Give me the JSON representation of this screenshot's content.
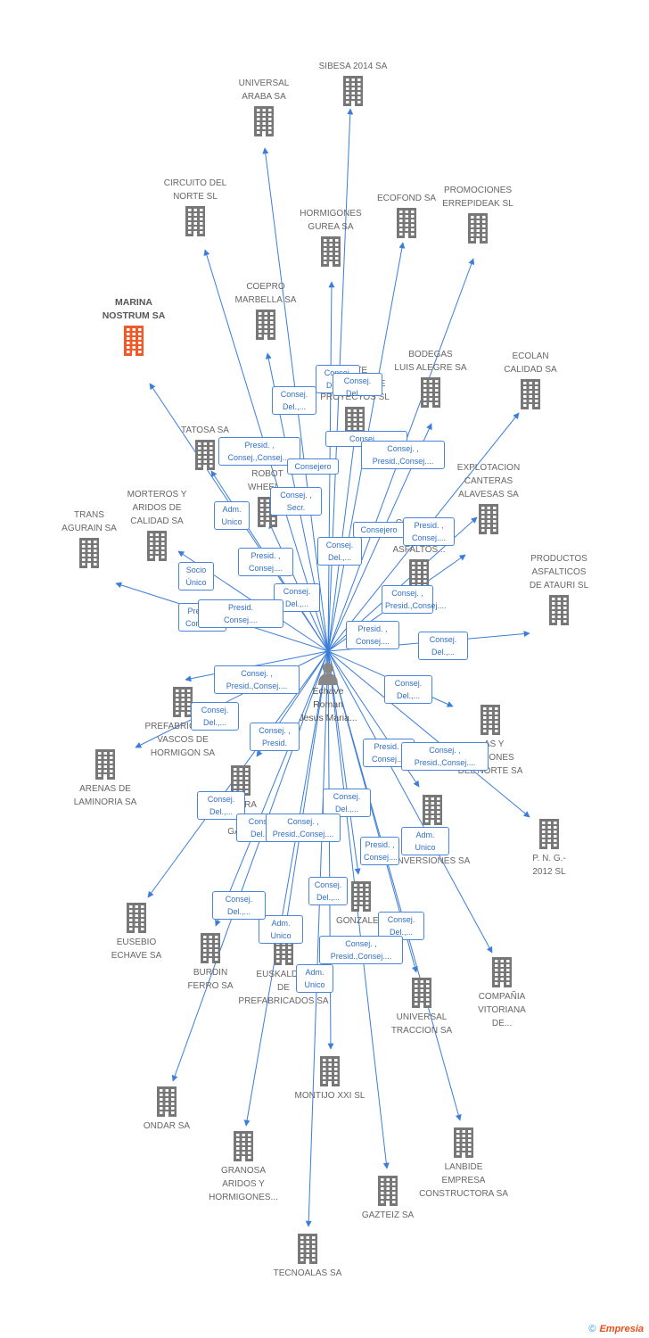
{
  "person": {
    "name": "Echave\nRoman\nJesus Maria..."
  },
  "footer": {
    "copyright": "©",
    "brand": "Empresia"
  },
  "colors": {
    "link": "#3b7dd8",
    "building": "#777777",
    "highlight": "#f05a28",
    "badge_text": "#2f6fc8"
  },
  "icons": {
    "company": "building-icon",
    "person": "person-icon"
  },
  "companies": [
    {
      "id": "sibesa",
      "label": "SIBESA 2014 SA"
    },
    {
      "id": "universal-araba",
      "label": "UNIVERSAL\nARABA SA"
    },
    {
      "id": "circuito",
      "label": "CIRCUITO DEL\nNORTE SL"
    },
    {
      "id": "ecofond",
      "label": "ECOFOND SA"
    },
    {
      "id": "promociones",
      "label": "PROMOCIONES\nERREPIDEAK SL"
    },
    {
      "id": "hormigones-gurea",
      "label": "HORMIGONES\nGUREA SA"
    },
    {
      "id": "marina",
      "label": "MARINA\nNOSTRUM SA",
      "highlight": true
    },
    {
      "id": "coepro",
      "label": "COEPRO\nMARBELLA SA"
    },
    {
      "id": "bodegas",
      "label": "BODEGAS\nLUIS ALEGRE SA"
    },
    {
      "id": "ecolan",
      "label": "ECOLAN\nCALIDAD SA"
    },
    {
      "id": "sociedad",
      "label": "...RTE\nSOCIEDAD DE\nPROYECTOS SL"
    },
    {
      "id": "tatosa",
      "label": "TATOSA SA"
    },
    {
      "id": "basque",
      "label": "BASQUE\nROBOT\nWHEEL..."
    },
    {
      "id": "explotacion",
      "label": "EXPLOTACION\nCANTERAS\nALAVESAS SA"
    },
    {
      "id": "morteros",
      "label": "MORTEROS Y\nARIDOS DE\nCALIDAD SA"
    },
    {
      "id": "trans",
      "label": "TRANS\nAGURAIN SA"
    },
    {
      "id": "compania-asfaltos",
      "label": "COMPAÑIA\nDE\nASFALTOS..."
    },
    {
      "id": "productos",
      "label": "PRODUCTOS\nASFALTICOS\nDE ATAURI SL"
    },
    {
      "id": "prefabricados-vascos",
      "label": "PREFABRICADOS\nVASCOS DE\nHORMIGON SA"
    },
    {
      "id": "arenas",
      "label": "ARENAS DE\nLAMINORIA SA"
    },
    {
      "id": "canteras-norte",
      "label": "...AS Y\n...ACIONES\nDEL NORTE SA"
    },
    {
      "id": "gestora",
      "label": "...TORA\n...\nGAS..."
    },
    {
      "id": "inversiones",
      "label": "...O\nDE\nINVERSIONES SA"
    },
    {
      "id": "png",
      "label": "P. N. G.-\n2012 SL"
    },
    {
      "id": "eusebio",
      "label": "EUSEBIO\nECHAVE SA"
    },
    {
      "id": "burdin",
      "label": "BURDIN\nFERRO SA"
    },
    {
      "id": "euskaldun",
      "label": "EUSKALDUN\nDE\nPREFABRICADOS SA"
    },
    {
      "id": "gonzalez",
      "label": "GONZALE..."
    },
    {
      "id": "compania-vitoriana",
      "label": "COMPAÑIA\nVITORIANA\nDE..."
    },
    {
      "id": "universal-traccion",
      "label": "UNIVERSAL\nTRACCION SA"
    },
    {
      "id": "montijo",
      "label": "MONTIJO XXI SL"
    },
    {
      "id": "ondar",
      "label": "ONDAR SA"
    },
    {
      "id": "granosa",
      "label": "GRANOSA\nARIDOS Y\nHORMIGONES..."
    },
    {
      "id": "lanbide",
      "label": "LANBIDE\nEMPRESA\nCONSTRUCTORA SA"
    },
    {
      "id": "gazteiz",
      "label": "GAZTEIZ SA"
    },
    {
      "id": "tecnoalas",
      "label": "TECNOALAS SA"
    }
  ],
  "roles": [
    "Consej.\nDel.,...",
    "Consej.\nDel.,...",
    "Consej.\nDel.,...",
    "Presid. ,\nConsej.,Consej....",
    "Consej....",
    "Consej. ,\nPresid.,Consej....",
    "Consejero",
    "Consej. ,\nSecr.",
    "Adm.\nUnico",
    "Consejero",
    "Presid. ,\nConsej....",
    "Consej.\nDel.,...",
    "Presid. ,\nConsej....",
    "Socio\nÚnico",
    "Consej.\nDel.,...",
    "Presid. ,\nConsej....",
    "Presid.\nConsej....",
    "Consej. ,\nPresid.,Consej....",
    "Presid. ,\nConsej....",
    "Consej.\nDel.,...",
    "Consej. ,\nPresid.,Consej....",
    "Consej.\nDel.,...",
    "Consej.\nDel.,...",
    "Consej. ,\nPresid.",
    "Presid. ,\nConsej....",
    "Consej. ,\nPresid.,Consej....",
    "Consej.\nDel.,...",
    "Consej.\nDel.,...",
    "Consej.\nDel.,...",
    "Consej. ,\nPresid.,Consej....",
    "Adm.\nUnico",
    "Consej.\nDel.,...",
    "Adm.\nUnico",
    "Presid. ,\nConsej....",
    "Consej.\nDel.,...",
    "Consej.\nDel.,...",
    "Consej. ,\nPresid.,Consej....",
    "Adm.\nUnico"
  ]
}
